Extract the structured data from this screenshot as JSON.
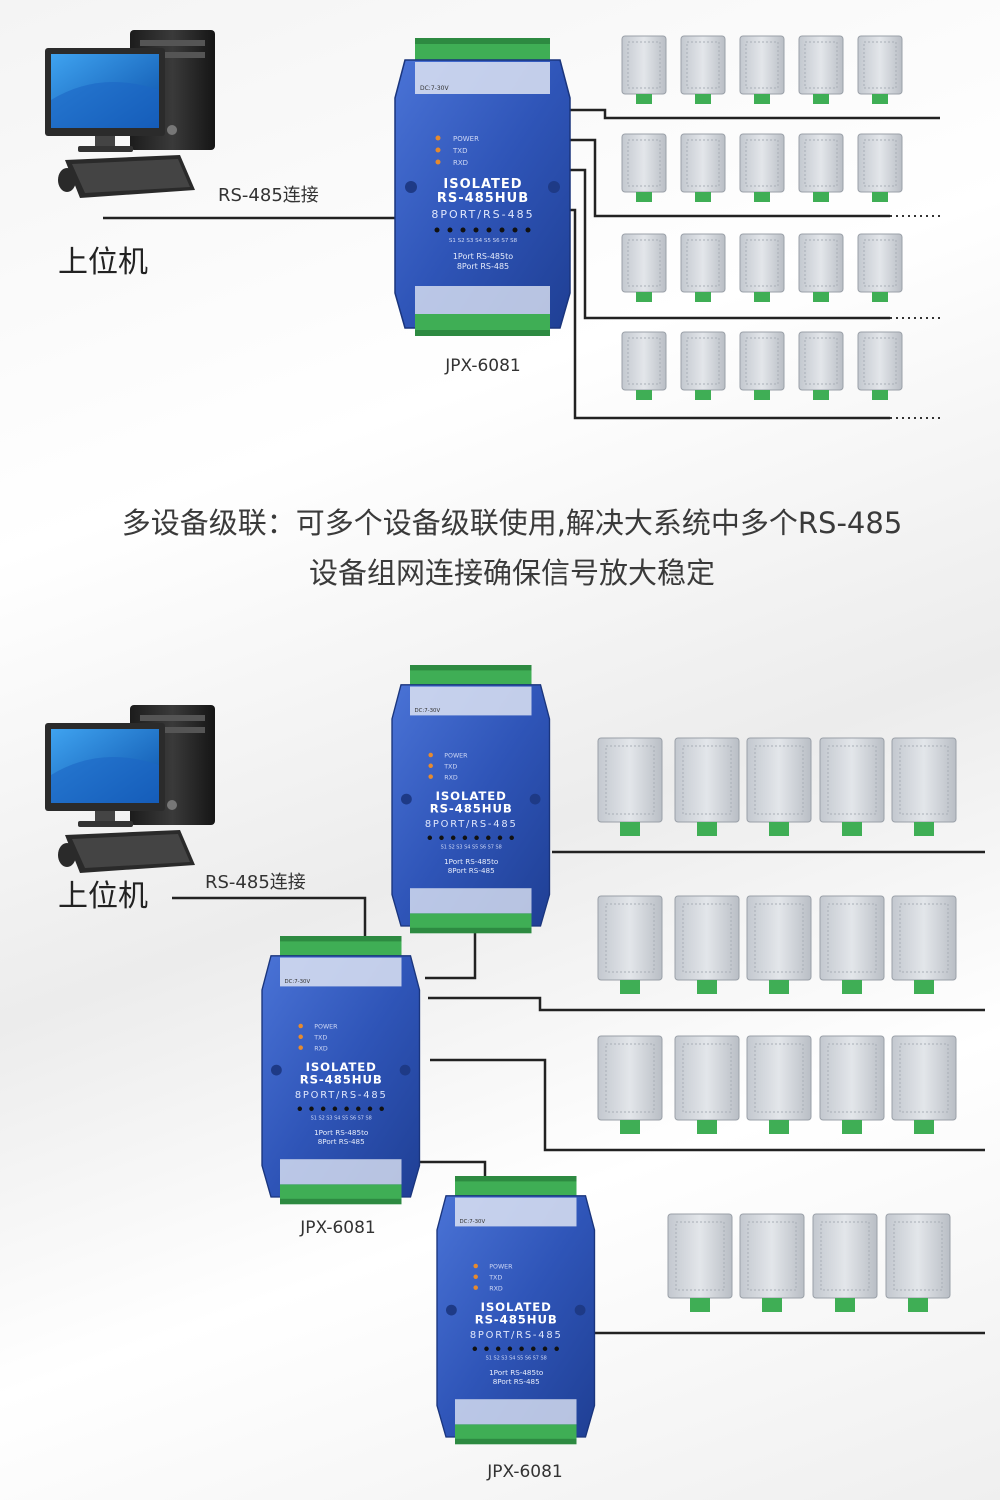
{
  "labels": {
    "host_pc": "上位机",
    "rs485_connection": "RS-485连接",
    "model": "JPX-6081"
  },
  "hub_face": {
    "power": "POWER",
    "txd": "TXD",
    "rxd": "RXD",
    "title_line1": "ISOLATED",
    "title_line2": "RS-485HUB",
    "title_line3": "8PORT/RS-485",
    "ports": "S1 S2 S3 S4 S5 S6 S7 S8",
    "footer_line1": "1Port RS-485to",
    "footer_line2": "8Port RS-485",
    "dc_label": "DC:7-30V"
  },
  "caption": {
    "line1": "多设备级联：可多个设备级联使用,解决大系统中多个RS-485",
    "line2": "设备组网连接确保信号放大稳定"
  },
  "colors": {
    "hub_blue": "#2f55b8",
    "terminal_green": "#3fae55",
    "wire": "#222222",
    "sensor_grey": "#cfd3d8"
  }
}
